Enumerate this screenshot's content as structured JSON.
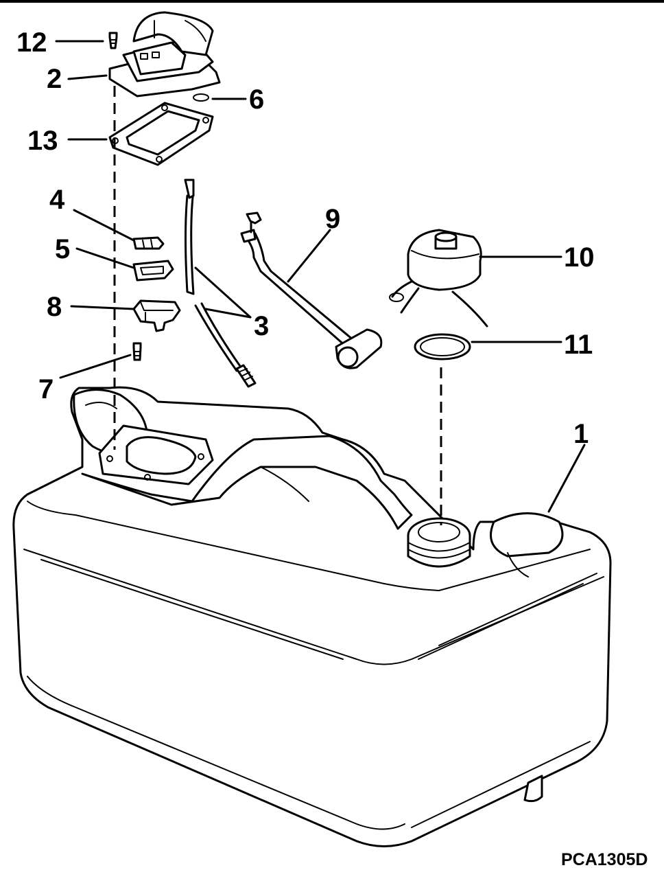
{
  "callouts": {
    "c1": "1",
    "c2": "2",
    "c3": "3",
    "c4": "4",
    "c5": "5",
    "c6": "6",
    "c7": "7",
    "c8": "8",
    "c9": "9",
    "c10": "10",
    "c11": "11",
    "c12": "12",
    "c13": "13"
  },
  "figure_code": "PCA1305D"
}
